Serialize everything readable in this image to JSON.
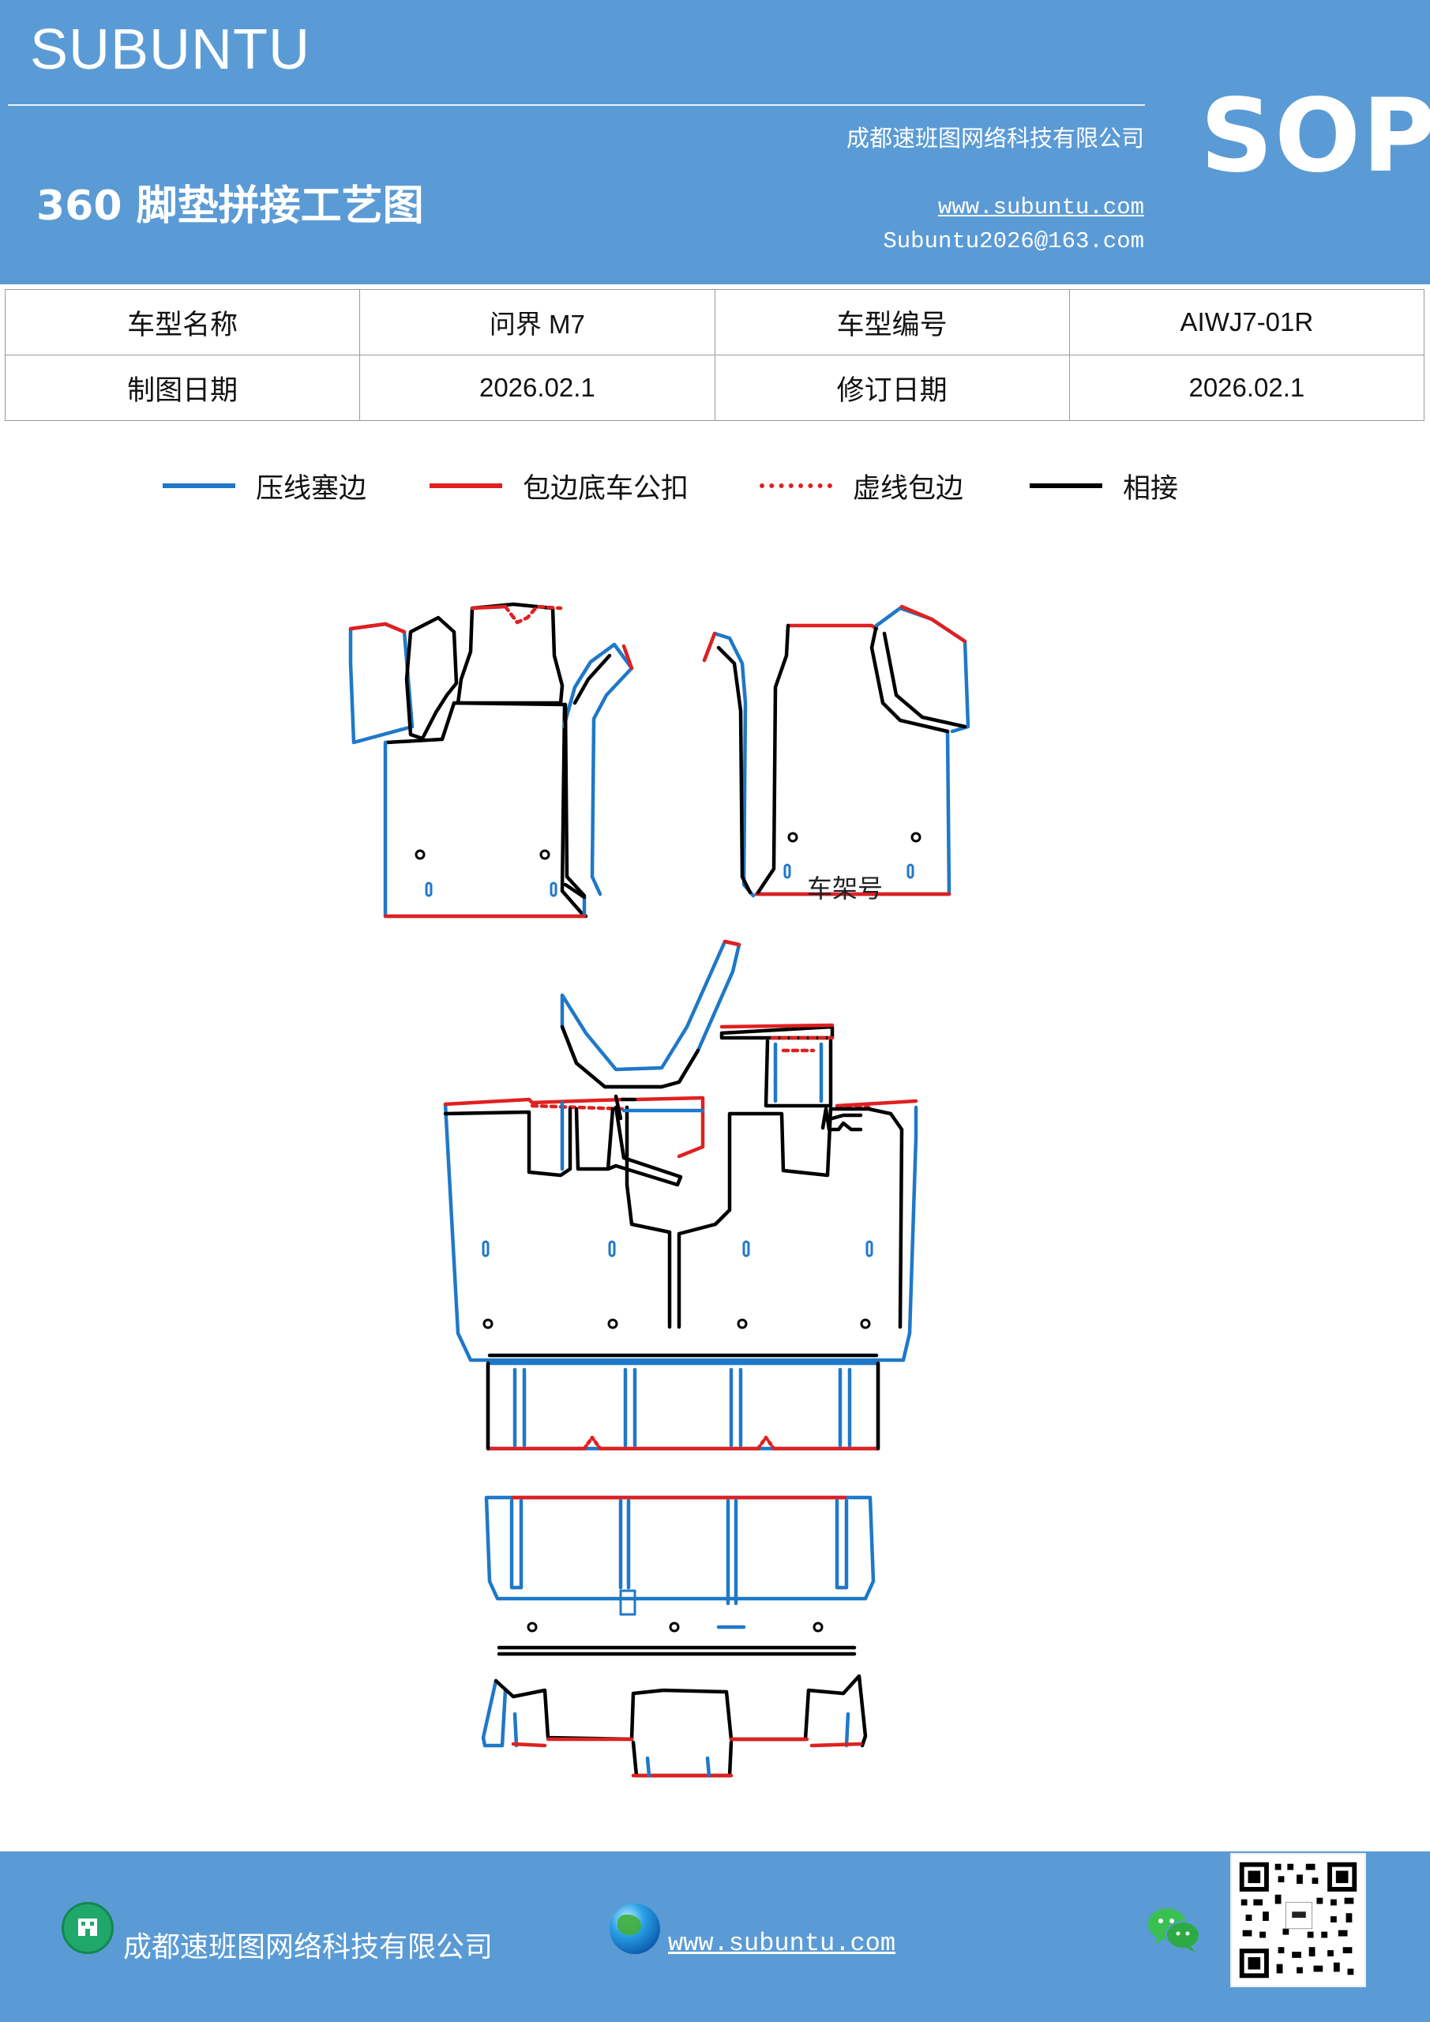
{
  "header": {
    "brand": "SUBUNTU",
    "company": "成都速班图网络科技有限公司",
    "title": "360 脚垫拼接工艺图",
    "url": "www.subuntu.com",
    "email": "Subuntu2026@163.com",
    "badge": "SOP"
  },
  "info_table": {
    "row1": {
      "label1": "车型名称",
      "value1": "问界 M7",
      "label2": "车型编号",
      "value2": "AIWJ7-01R"
    },
    "row2": {
      "label1": "制图日期",
      "value1": "2026.02.1",
      "label2": "修订日期",
      "value2": "2026.02.1"
    }
  },
  "legend": [
    {
      "label": "压线塞边",
      "color": "#1f78c8",
      "style": "solid"
    },
    {
      "label": "包边底车公扣",
      "color": "#e02020",
      "style": "solid"
    },
    {
      "label": "虚线包边",
      "color": "#e02020",
      "style": "dotted"
    },
    {
      "label": "相接",
      "color": "#000000",
      "style": "solid"
    }
  ],
  "drawing": {
    "frame_label": "车架号"
  },
  "footer": {
    "company": "成都速班图网络科技有限公司",
    "url": "www.subuntu.com",
    "company_icon": "building-icon",
    "globe_icon": "globe-icon",
    "wechat_icon": "wechat-icon",
    "qr": "qr-code"
  }
}
